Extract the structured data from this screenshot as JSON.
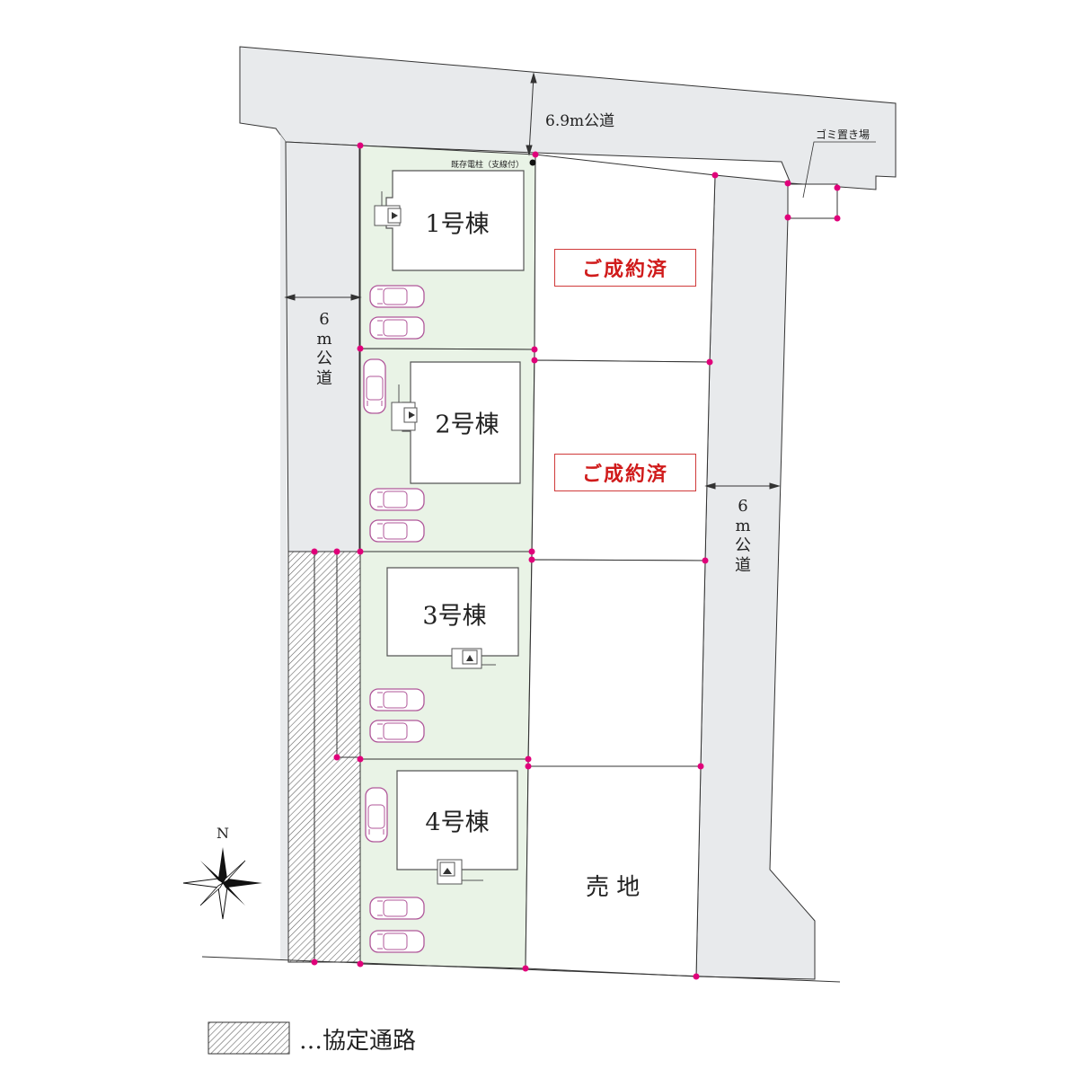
{
  "roads": {
    "north": "6.9m公道",
    "west": "6m公道",
    "east": "6m公道"
  },
  "existing_pole": "既存電柱（支線付）",
  "garbage": "ゴミ置き場",
  "houses": [
    {
      "label": "1号棟",
      "status": "ご成約済"
    },
    {
      "label": "2号棟",
      "status": "ご成約済"
    },
    {
      "label": "3号棟",
      "status": ""
    },
    {
      "label": "4号棟",
      "status": ""
    }
  ],
  "for_sale": "売 地",
  "compass": "N",
  "legend": {
    "text": "…協定通路"
  },
  "colors": {
    "road": "#e8eaec",
    "lot_green": "#e9f3e6",
    "sold_red": "#d01b1b",
    "boundary_dot": "#e0007a"
  }
}
